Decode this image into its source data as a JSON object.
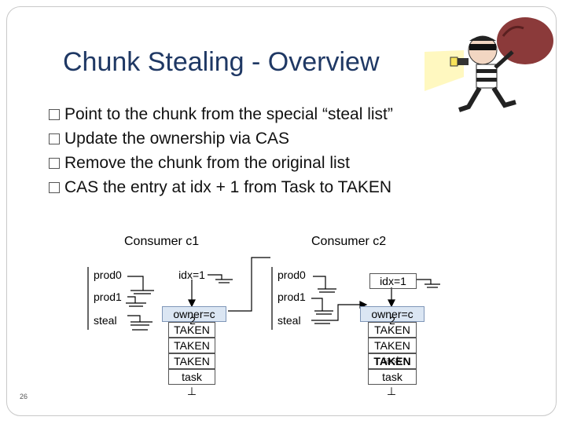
{
  "slide": {
    "title": "Chunk Stealing - Overview",
    "bullets": [
      "Point to the chunk from the special “steal list”",
      "Update the ownership via CAS",
      "Remove the chunk from the original list",
      "CAS the entry at idx + 1 from Task to TAKEN"
    ],
    "page_number": "26"
  },
  "diagram": {
    "consumer_c1": {
      "label": "Consumer c1",
      "rows": [
        "prod0",
        "prod1",
        "steal"
      ],
      "chunk_idx": "idx=1",
      "chunk_owner": "owner=c",
      "chunk_owner_overlap": "2",
      "chunk_entries": [
        "TAKEN",
        "TAKEN",
        "TAKEN",
        "task"
      ],
      "chunk_end": "⊥"
    },
    "consumer_c2": {
      "label": "Consumer c2",
      "rows": [
        "prod0",
        "prod1",
        "steal"
      ],
      "chunk_idx": "idx=1",
      "chunk_owner": "owner=c",
      "chunk_owner_overlap": "2",
      "chunk_entries": [
        "TAKEN",
        "TAKEN",
        "TAKEN",
        "task"
      ],
      "chunk_entry_overlap": "task",
      "chunk_end": "⊥"
    }
  }
}
